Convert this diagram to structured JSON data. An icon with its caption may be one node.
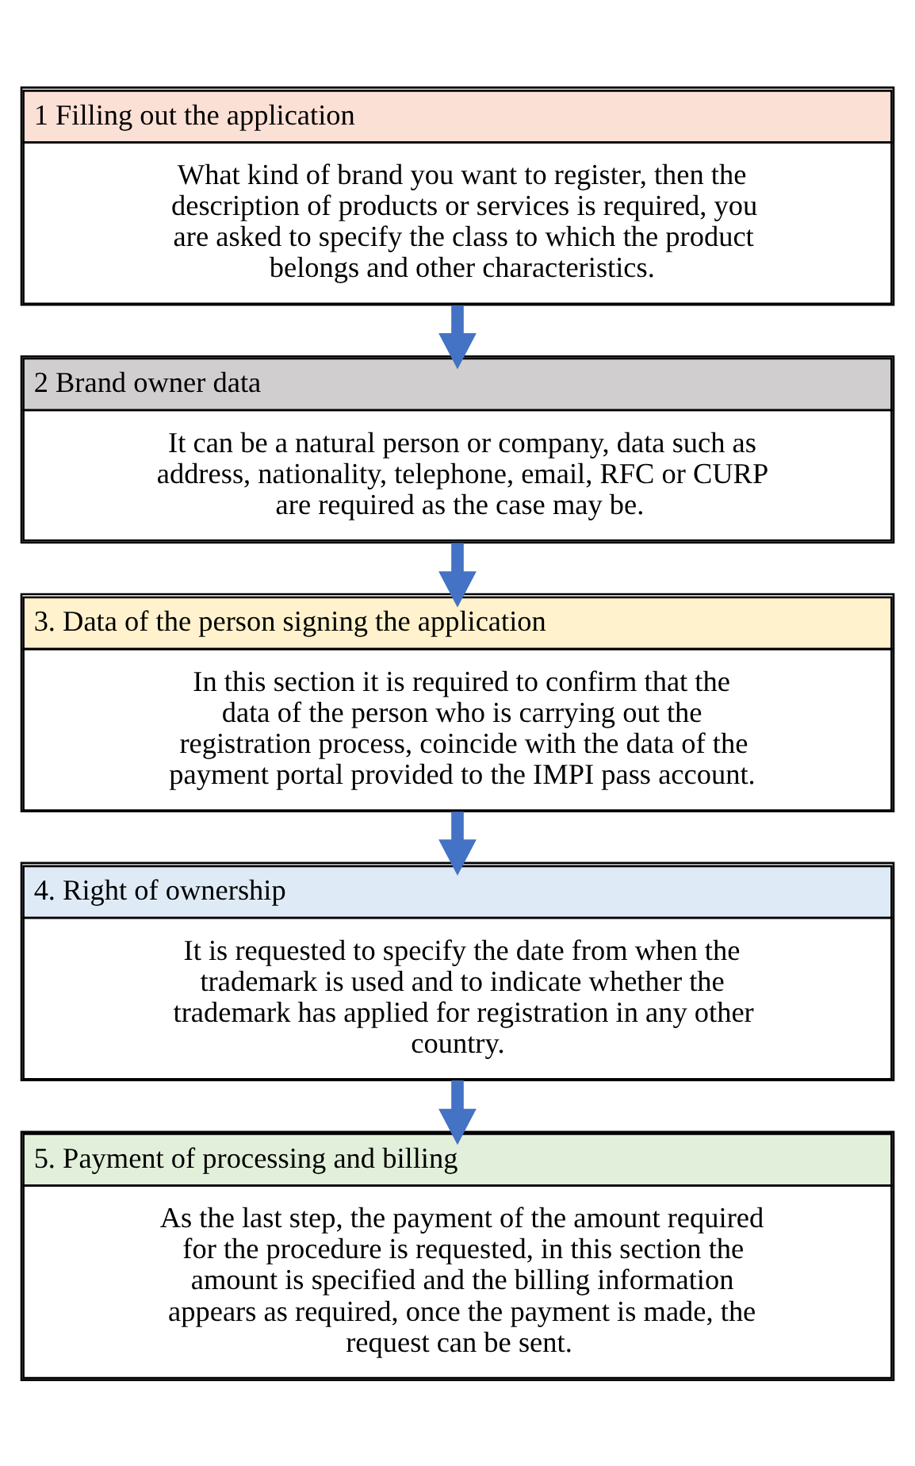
{
  "diagram": {
    "nodes": [
      {
        "text": [
          "1 Filling out the application",
          "What kind of brand you want to register, then the description of products or services is required, you are asked to specify the class to which the product belongs and other characteristics."
        ]
      },
      {
        "text": [
          "2 Brand owner data",
          "It can be a natural person or company, data such as address, nationality, telephone, email, RFC or CURP are required as the case may be."
        ]
      },
      {
        "text": [
          "3. Data of the person signing the application",
          "In this section it is required to confirm that the data of the person who is carrying out the registration process, coincide with the data of the payment portal provided to the IMPI pass account."
        ]
      },
      {
        "text": [
          "4. Right of ownership",
          "It is requested to specify the date from when the trademark is used and to indicate whether the trademark has applied for registration in any other country."
        ]
      },
      {
        "text": [
          "5. Payment of processing and billing",
          "As the last step, the payment of the amount required for the procedure is requested, in this section the amount is specified and the billing information appears as required, once the payment is made, the request can be sent."
        ]
      }
    ],
    "edges": [
      {
        "from": 0,
        "to": 1,
        "arrow": "to"
      },
      {
        "from": 1,
        "to": 2,
        "arrow": "to"
      },
      {
        "from": 2,
        "to": 3,
        "arrow": "to"
      },
      {
        "from": 3,
        "to": 4,
        "arrow": "to"
      }
    ]
  }
}
